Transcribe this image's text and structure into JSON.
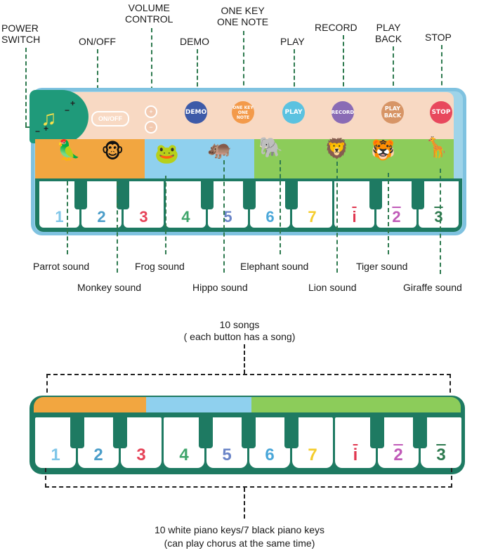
{
  "top_labels": {
    "power_switch": "POWER\nSWITCH",
    "on_off": "ON/OFF",
    "volume_control": "VOLUME\nCONTROL",
    "demo": "DEMO",
    "one_key_one_note": "ONE KEY\nONE NOTE",
    "play": "PLAY",
    "record": "RECORD",
    "play_back": "PLAY\nBACK",
    "stop": "STOP"
  },
  "mat_buttons": {
    "on_off": "ON/OFF",
    "demo": "DEMO",
    "one_key": "ONE KEY ONE NOTE",
    "play": "PLAY",
    "record": "RECORD",
    "play_back": "PLAY BACK",
    "stop": "STOP",
    "colors": {
      "demo": "#3d5aa8",
      "one_key": "#f39a4a",
      "play": "#5bc2e0",
      "record": "#8a6bb5",
      "play_back": "#d79566",
      "stop": "#e8485d"
    }
  },
  "animal_labels": {
    "parrot": "Parrot sound",
    "monkey": "Monkey sound",
    "frog": "Frog sound",
    "hippo": "Hippo sound",
    "elephant": "Elephant sound",
    "lion": "Lion sound",
    "tiger": "Tiger sound",
    "giraffe": "Giraffe sound"
  },
  "key_numbers": [
    "1",
    "2",
    "3",
    "4",
    "5",
    "6",
    "7",
    "i",
    "2",
    "3"
  ],
  "key_colors": [
    "#7fc6e8",
    "#4a9dc9",
    "#e64257",
    "#3fa56b",
    "#6a84c7",
    "#4aa7d9",
    "#f4cc2c",
    "#e0364f",
    "#c05ab8",
    "#2e7a4f"
  ],
  "songs_caption": "10 songs\n( each button has a song)",
  "keys_caption": "10 white piano keys/7 black piano keys\n(can play chorus at the same time)",
  "icon_names": [
    "music-note-icon",
    "parrot-icon",
    "monkey-icon",
    "frog-icon",
    "hippo-icon",
    "elephant-icon",
    "lion-icon",
    "tiger-icon",
    "giraffe-icon"
  ]
}
